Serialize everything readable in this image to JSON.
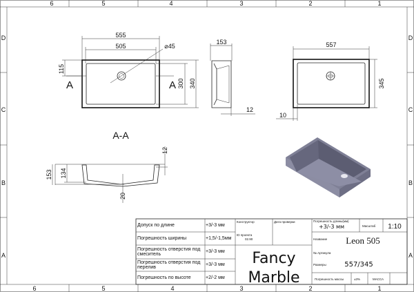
{
  "frame": {
    "columns": [
      "6",
      "5",
      "4",
      "3",
      "2",
      "1"
    ],
    "rows": [
      "D",
      "C",
      "B",
      "A"
    ]
  },
  "views": {
    "top": {
      "dim_outer_width": "555",
      "dim_inner_width": "505",
      "dim_hole": "⌀45",
      "dim_hole_offset": "115",
      "dim_inner_height": "300",
      "dim_outer_height": "340",
      "section_mark": "A"
    },
    "side": {
      "dim_height": "153",
      "dim_rim": "12"
    },
    "bottom": {
      "dim_width": "557",
      "dim_height": "345",
      "dim_rim": "10"
    },
    "section": {
      "title": "A-A",
      "dim_total": "153",
      "dim_depth": "134",
      "dim_rim": "12",
      "dim_bottom": "20"
    }
  },
  "title_block": {
    "tolerances": [
      {
        "label": "Допуск по длине",
        "value": "+3/-3 мм"
      },
      {
        "label": "Погрешность ширины",
        "value": "+1,5/-1,5мм"
      },
      {
        "label": "Погрешность отверстия под смеситель",
        "value": "+3/-3 мм"
      },
      {
        "label": "Погрешность отверстия под перелив",
        "value": "+3/-3 мм"
      },
      {
        "label": "Погрешность по высоте",
        "value": "+2/-2 мм"
      }
    ],
    "designer_label": "Конструктор",
    "check_date_label": "Дата проверки",
    "project_id_label": "ID проекта",
    "project_id": "02.90",
    "brand_line1": "Fancy",
    "brand_line2": "Marble",
    "length_tol_label": "Погрешность длины(мм)",
    "length_tol": "+3/-3 мм",
    "scale_label": "Масштаб",
    "scale": "1:10",
    "name_label": "Название",
    "name": "Leon 505",
    "article_label": "№ Артикула",
    "size_label": "Размеры",
    "size": "557/345",
    "mass_tol_label": "Погрешность массы",
    "mass_tol": "±3%",
    "mass_label": "МАССА"
  }
}
